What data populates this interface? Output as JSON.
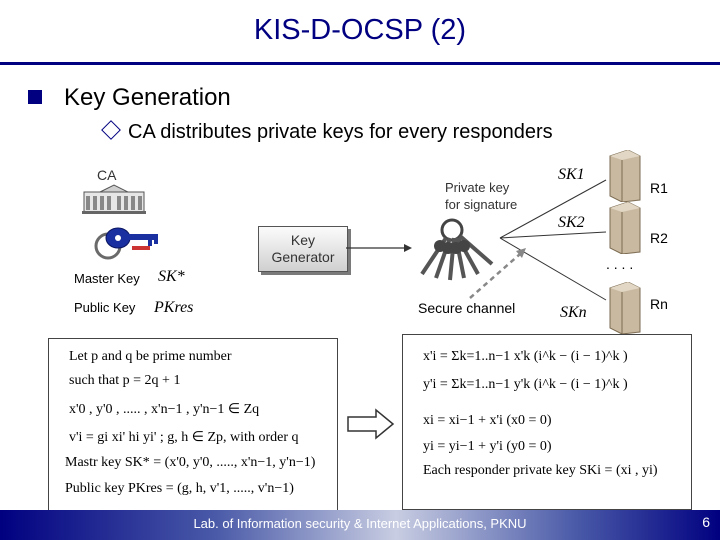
{
  "slide": {
    "title": "KIS-D-OCSP (2)",
    "bullet1": "Key Generation",
    "bullet2": "CA distributes private keys for every responders"
  },
  "diagram": {
    "ca_label": "CA",
    "private_key_label": "Private key\nfor signature",
    "key_generator_label": "Key\nGenerator",
    "master_key_label": "Master Key",
    "public_key_label": "Public Key",
    "master_key_symbol": "SK*",
    "public_key_symbol": "PKres",
    "secure_channel_label": "Secure channel",
    "responders": [
      "R1",
      "R2",
      "Rn"
    ],
    "responder_keys": [
      "SK1",
      "SK2",
      "SKn"
    ],
    "ellipsis": ". . . ."
  },
  "left_panel": {
    "lines": [
      "Let p and q be prime number",
      "such that  p = 2q + 1",
      "x'0 , y'0 , ..... , x'n−1 , y'n−1 ∈ Zq",
      "v'i = gi xi' hi yi' ; g, h ∈ Zp, with order q",
      "Mastr key  SK* = (x'0, y'0, ....., x'n−1, y'n−1)",
      "Public key  PKres = (g, h, v'1, ....., v'n−1)"
    ]
  },
  "right_panel": {
    "lines": [
      "x'i = Σk=1..n−1 x'k (i^k − (i − 1)^k )",
      "y'i = Σk=1..n−1 y'k (i^k − (i − 1)^k )",
      "xi = xi−1 + x'i   (x0 = 0)",
      "yi = yi−1 + y'i   (y0 = 0)",
      "Each responder private key  SKi = (xi , yi)"
    ]
  },
  "footer": {
    "text": "Lab. of Information security & Internet Applications, PKNU",
    "page": "6"
  },
  "colors": {
    "title": "#000080",
    "footer_bar": "#000080",
    "key_blue": "#1a2fa0",
    "key_gray": "#6a6a6a",
    "server": "#c9b9a1"
  },
  "icons": [
    "building-icon",
    "key-ring-icon",
    "keys-bundle-icon",
    "server-icon",
    "right-arrow-icon"
  ]
}
